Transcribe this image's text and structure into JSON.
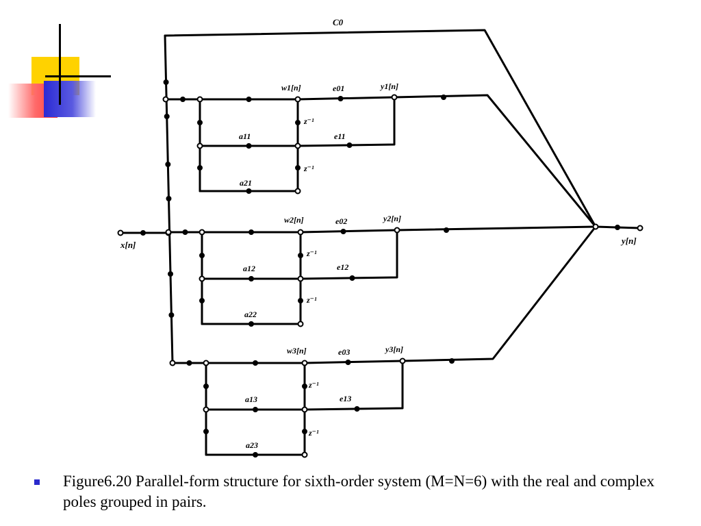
{
  "slide": {
    "caption": "Figure6.20 Parallel-form structure for sixth-order system (M=N=6) with the real and complex poles grouped in pairs."
  },
  "diagram": {
    "input_label": "x[n]",
    "output_label": "y[n]",
    "direct_gain_label": "C0",
    "sections": [
      {
        "w_label": "w1[n]",
        "y_label": "y1[n]",
        "e0_label": "e01",
        "e1_label": "e11",
        "a1_label": "a11",
        "a2_label": "a21",
        "z1_label": "z⁻¹",
        "z2_label": "z⁻¹"
      },
      {
        "w_label": "w2[n]",
        "y_label": "y2[n]",
        "e0_label": "e02",
        "e1_label": "e12",
        "a1_label": "a12",
        "a2_label": "a22",
        "z1_label": "z⁻¹",
        "z2_label": "z⁻¹"
      },
      {
        "w_label": "w3[n]",
        "y_label": "y3[n]",
        "e0_label": "e03",
        "e1_label": "e13",
        "a1_label": "a13",
        "a2_label": "a23",
        "z1_label": "z⁻¹",
        "z2_label": "z⁻¹"
      }
    ]
  },
  "colors": {
    "bullet": "#2a2acc",
    "deco_yellow": "#ffd200",
    "deco_red": "#ff3a3a",
    "deco_blue": "#2a2ad4"
  }
}
